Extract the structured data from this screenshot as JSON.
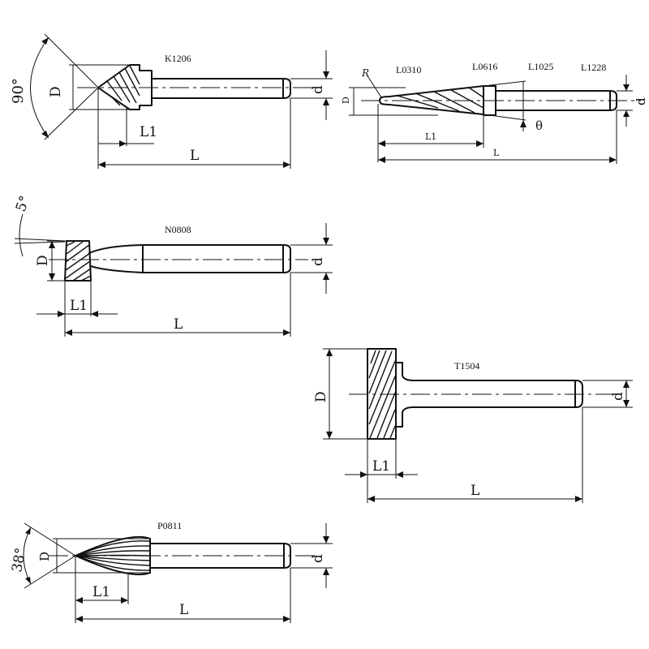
{
  "tools": [
    {
      "code": "K1206",
      "dims": {
        "diameter": "D",
        "shank": "d",
        "head": "L1",
        "length": "L"
      },
      "angle": "90°"
    },
    {
      "code": "L0310",
      "extra_codes": [
        "L0616",
        "L1025",
        "L1228"
      ],
      "dims": {
        "diameter": "D",
        "shank": "d",
        "head": "L1",
        "length": "L",
        "radius": "R",
        "taper": "θ"
      }
    },
    {
      "code": "N0808",
      "dims": {
        "diameter": "D",
        "shank": "d",
        "head": "L1",
        "length": "L"
      },
      "angle": "5°"
    },
    {
      "code": "T1504",
      "dims": {
        "diameter": "D",
        "shank": "d",
        "head": "L1",
        "length": "L"
      }
    },
    {
      "code": "P0811",
      "dims": {
        "diameter": "D",
        "shank": "d",
        "head": "L1",
        "length": "L"
      },
      "angle": "38°"
    }
  ]
}
